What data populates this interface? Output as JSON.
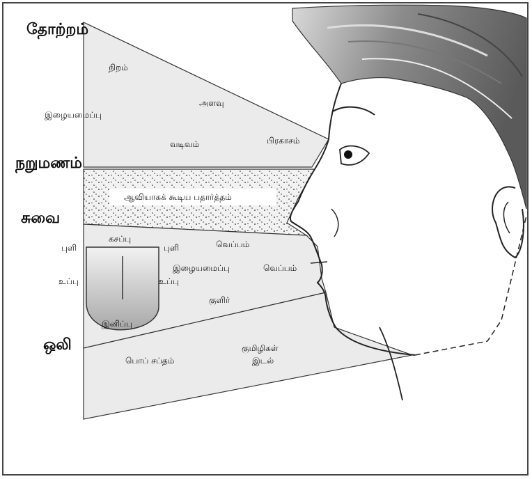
{
  "sections": {
    "appearance": "தோற்றம்",
    "smell": "நறுமணம்",
    "taste": "சுவை",
    "sound": "ஒலி"
  },
  "appearance_labels": {
    "colour": "நிறம்",
    "size": "அளவு",
    "texture": "இழையமைப்பு",
    "shape": "வடிவம்",
    "brightness": "பிரகாசம்"
  },
  "smell_label": "ஆவியாகக் கூடிய பதார்த்தம்",
  "taste_labels": {
    "bitter": "கசப்பு",
    "sour_left": "புளி",
    "sour_right": "புளி",
    "salt_left": "உப்பு",
    "salt_right": "உப்பு",
    "sweet": "இனிப்பு",
    "heat_top": "வெப்பம்",
    "mouthfeel": "இழையமைப்பு",
    "heat_right": "வெப்பம்",
    "cold": "குளிர்"
  },
  "sound_labels": {
    "bubbles_1": "குமிழிகள்",
    "bubbles_2": "இடல்",
    "pop": "பொப் சப்தம்"
  },
  "colors": {
    "zone_fill": "#ebebeb",
    "hair_dark": "#555555",
    "hair_light": "#cfcfcf",
    "tongue": "#bdbdbd",
    "line": "#333333"
  }
}
